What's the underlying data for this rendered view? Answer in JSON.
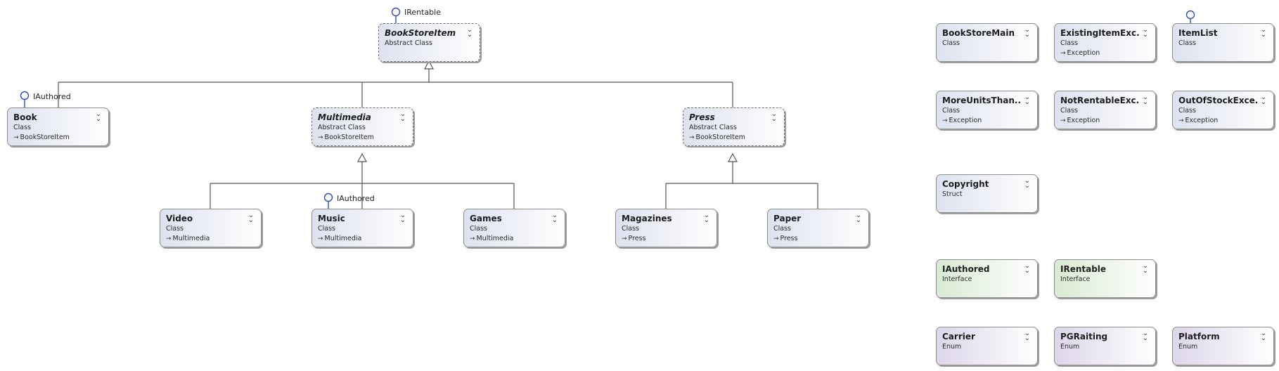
{
  "colors": {
    "class_fill": "#dde2ef",
    "interface_fill": "#d9ead3",
    "enum_fill": "#ddd6ea",
    "lollipop": "#2f4fb0",
    "line": "#555555"
  },
  "icons": {
    "collapse": "double-chevron-down-icon",
    "lollipop": "interface-lollipop-icon",
    "inherit": "inheritance-arrow-icon"
  },
  "diagram": {
    "book_store_item": {
      "name": "BookStoreItem",
      "kind": "Abstract Class",
      "interface": "IRentable"
    },
    "book": {
      "name": "Book",
      "kind": "Class",
      "base": "BookStoreItem",
      "interface": "IAuthored"
    },
    "multimedia": {
      "name": "Multimedia",
      "kind": "Abstract Class",
      "base": "BookStoreItem"
    },
    "press": {
      "name": "Press",
      "kind": "Abstract Class",
      "base": "BookStoreItem"
    },
    "video": {
      "name": "Video",
      "kind": "Class",
      "base": "Multimedia"
    },
    "music": {
      "name": "Music",
      "kind": "Class",
      "base": "Multimedia",
      "interface": "IAuthored"
    },
    "games": {
      "name": "Games",
      "kind": "Class",
      "base": "Multimedia"
    },
    "magazines": {
      "name": "Magazines",
      "kind": "Class",
      "base": "Press"
    },
    "paper": {
      "name": "Paper",
      "kind": "Class",
      "base": "Press"
    },
    "book_store_main": {
      "name": "BookStoreMain",
      "kind": "Class"
    },
    "existing_item_exc": {
      "name": "ExistingItemExc...",
      "kind": "Class",
      "base": "Exception"
    },
    "item_list": {
      "name": "ItemList",
      "kind": "Class"
    },
    "more_units": {
      "name": "MoreUnitsThan...",
      "kind": "Class",
      "base": "Exception"
    },
    "not_rentable_exc": {
      "name": "NotRentableExc...",
      "kind": "Class",
      "base": "Exception"
    },
    "out_of_stock": {
      "name": "OutOfStockExce...",
      "kind": "Class",
      "base": "Exception"
    },
    "copyright": {
      "name": "Copyright",
      "kind": "Struct"
    },
    "i_authored": {
      "name": "IAuthored",
      "kind": "Interface"
    },
    "i_rentable": {
      "name": "IRentable",
      "kind": "Interface"
    },
    "carrier": {
      "name": "Carrier",
      "kind": "Enum"
    },
    "pg_raiting": {
      "name": "PGRaiting",
      "kind": "Enum"
    },
    "platform": {
      "name": "Platform",
      "kind": "Enum"
    }
  }
}
